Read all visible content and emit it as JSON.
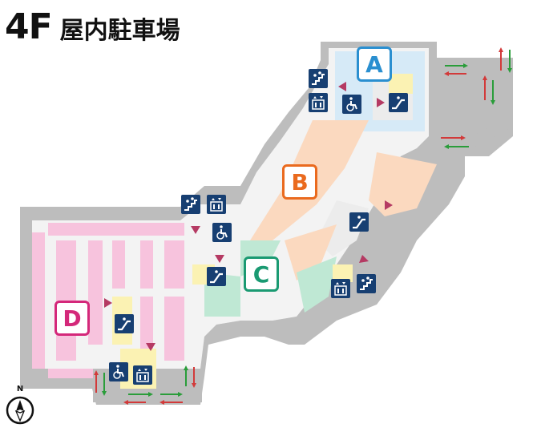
{
  "title": {
    "floor": "4F",
    "name": "屋内駐車場"
  },
  "zones": [
    {
      "id": "A",
      "label": "A",
      "color": "#2a8fd0"
    },
    {
      "id": "B",
      "label": "B",
      "color": "#ea6a1e"
    },
    {
      "id": "C",
      "label": "C",
      "color": "#1a9a72"
    },
    {
      "id": "D",
      "label": "D",
      "color": "#d4287a"
    }
  ],
  "compass": {
    "label": "N"
  },
  "colors": {
    "wall": "#bdbdbd",
    "zone_a_fill": "#d6eaf7",
    "zone_b_fill": "#fbd9bf",
    "zone_c_fill": "#bfe8d4",
    "zone_d_fill": "#f7c3dd",
    "elevator_hall": "#fbf2b3",
    "icon_bg": "#173f72",
    "marker": "#b53a63",
    "arrow_in": "#2a9d3a",
    "arrow_out": "#d23a3a"
  },
  "icons": [
    "stairs-icon",
    "elevator-icon",
    "wheelchair-icon",
    "escalator-icon",
    "direction-marker-icon"
  ]
}
